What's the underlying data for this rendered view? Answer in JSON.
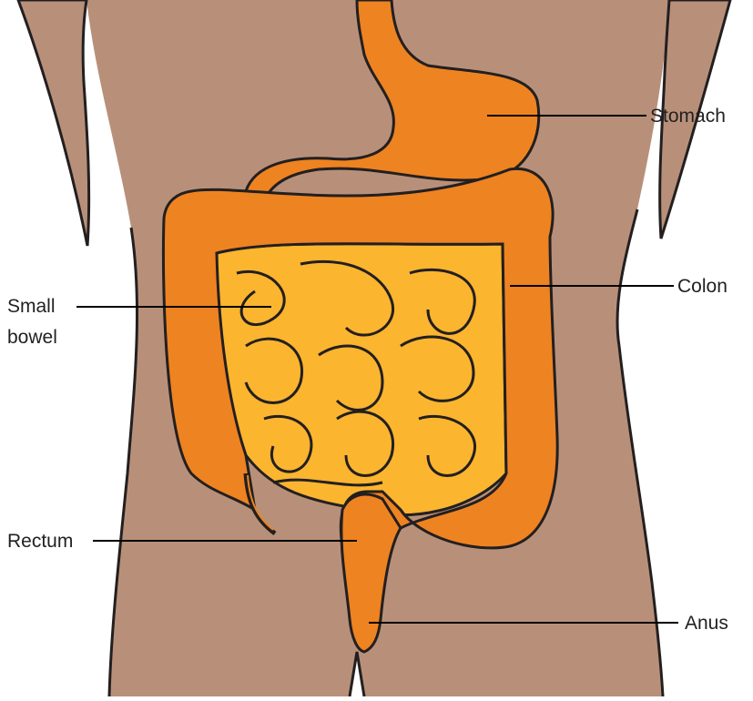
{
  "diagram": {
    "labels": {
      "stomach": "Stomach",
      "colon": "Colon",
      "small_bowel_line1": "Small",
      "small_bowel_line2": "bowel",
      "rectum": "Rectum",
      "anus": "Anus"
    },
    "colors": {
      "skin": "#b89079",
      "body_outline": "#231f20",
      "stomach_colon": "#ee8321",
      "small_bowel": "#fbb52f",
      "leader_line": "#000000"
    }
  }
}
